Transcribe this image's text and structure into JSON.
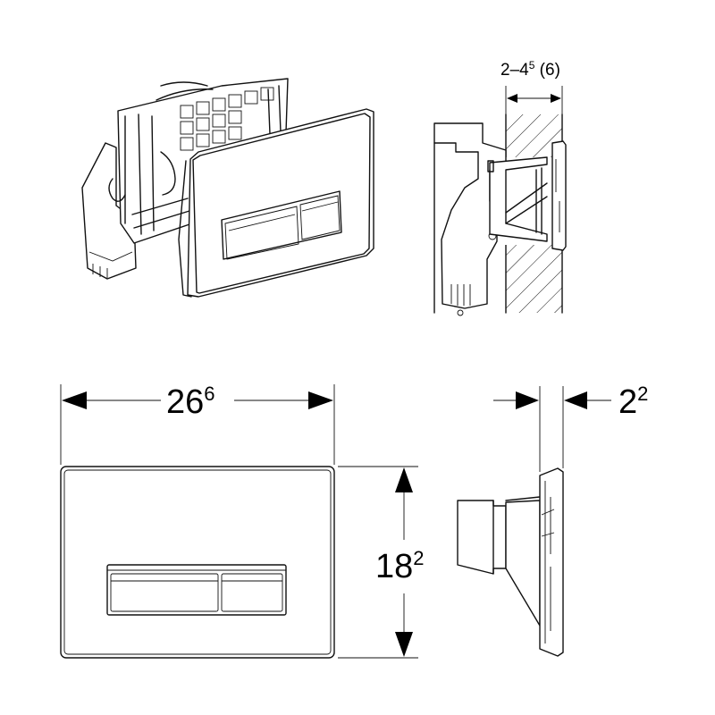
{
  "views": {
    "perspective_label": "",
    "section_label": "",
    "front_label": "",
    "side_label": ""
  },
  "dimensions": {
    "wall_depth": {
      "base": "2–4",
      "sup": "5",
      "suffix": " (6)"
    },
    "width": {
      "base": "26",
      "sup": "6"
    },
    "height": {
      "base": "18",
      "sup": "2"
    },
    "thickness": {
      "base": "2",
      "sup": "2"
    }
  }
}
